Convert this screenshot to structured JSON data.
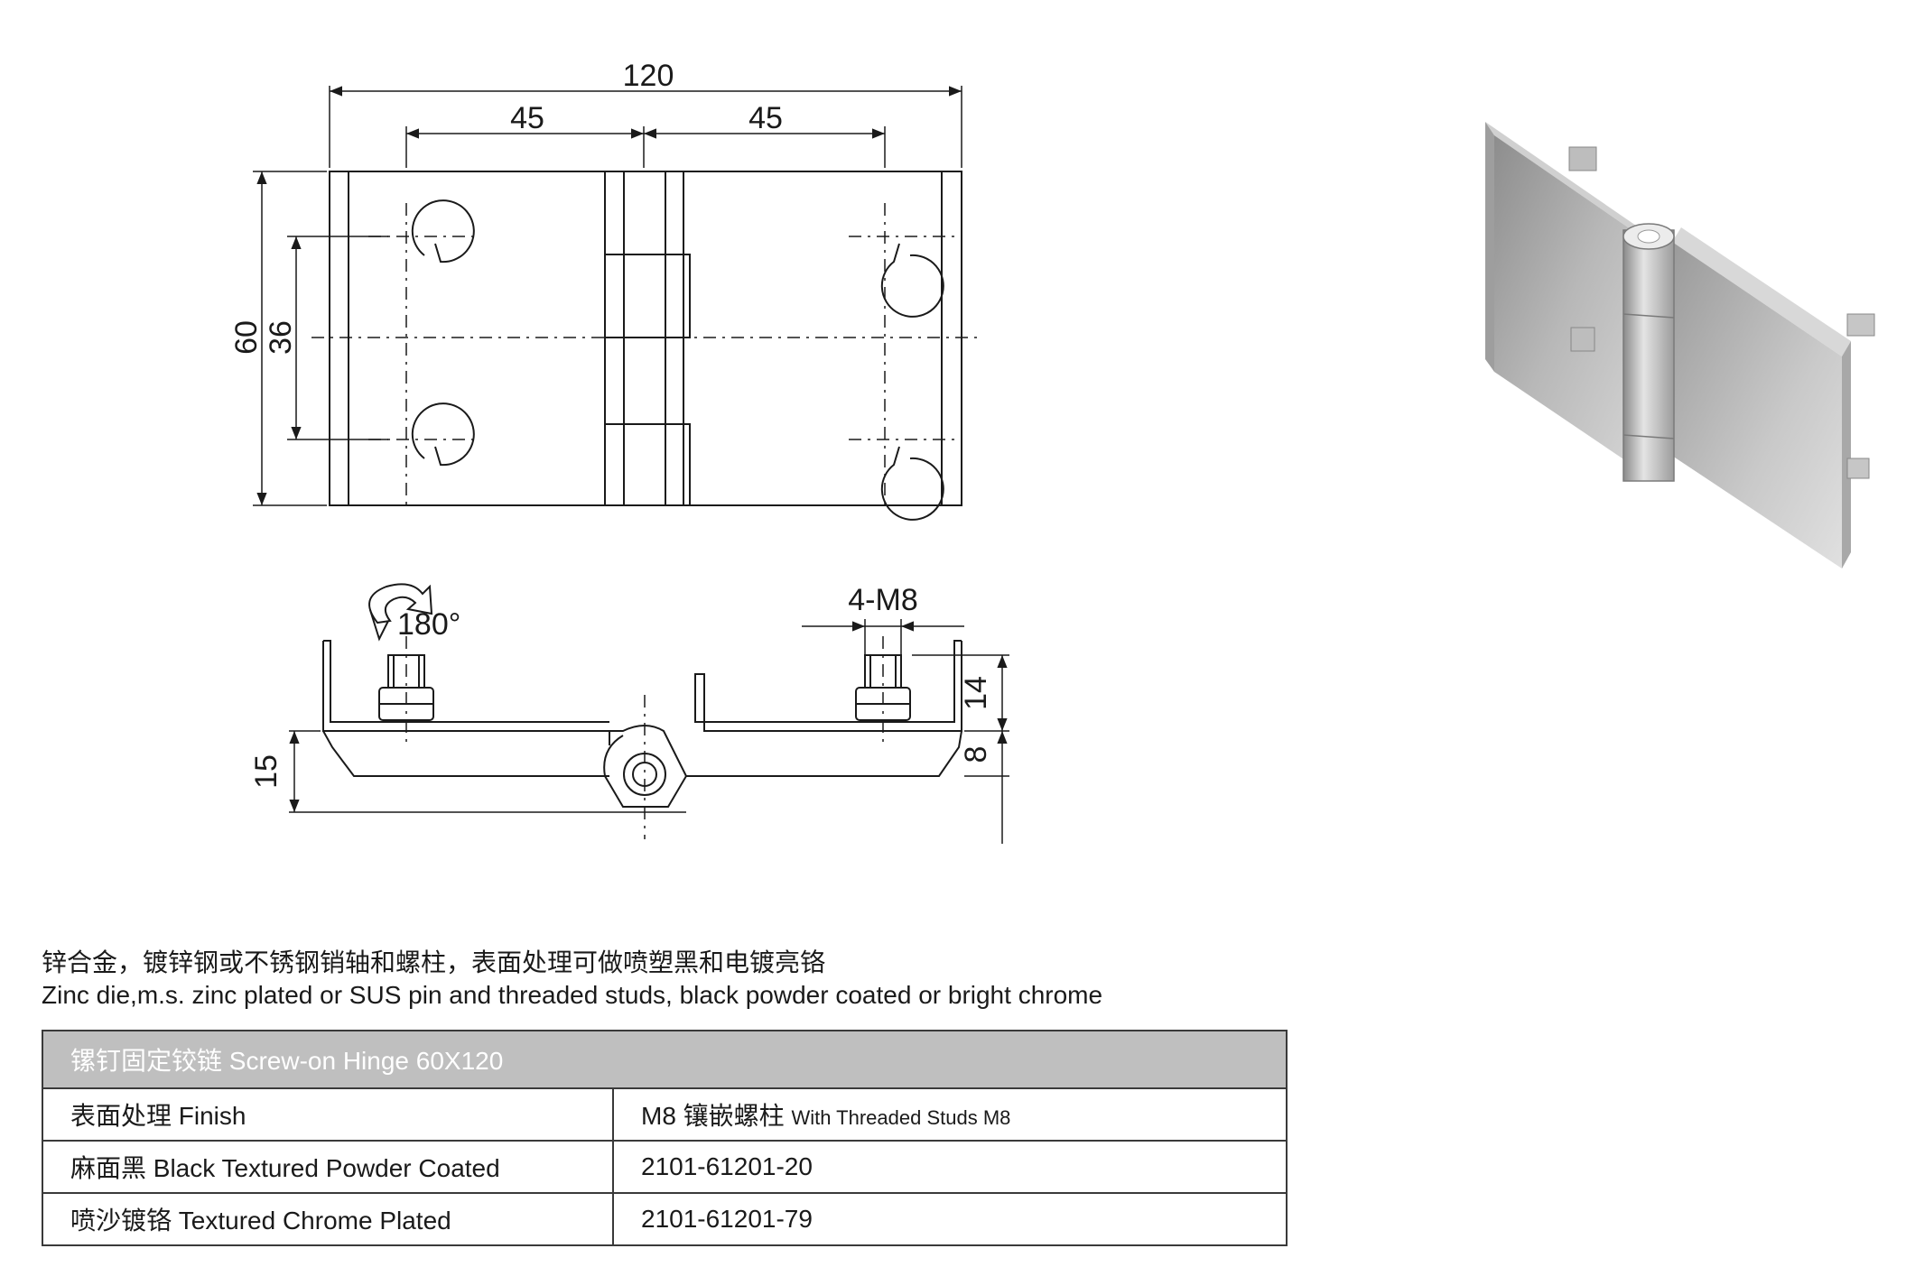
{
  "top_view": {
    "overall_width": "120",
    "hole_spacing_left": "45",
    "hole_spacing_right": "45",
    "overall_height": "60",
    "hole_vertical_spacing": "36"
  },
  "side_view": {
    "rotation": "180°",
    "stud_thread": "4-M8",
    "stud_height": "14",
    "hinge_thickness": "15",
    "plate_thickness": "8"
  },
  "description": {
    "zh": "锌合金，镀锌钢或不锈钢销轴和螺柱，表面处理可做喷塑黑和电镀亮铬",
    "en": "Zinc die,m.s. zinc plated or SUS pin and threaded studs, black powder coated or bright  chrome"
  },
  "table": {
    "title": "镙钉固定铰链  Screw-on Hinge 60X120",
    "header": {
      "finish": "表面处理 Finish",
      "variant_main": "M8 镶嵌螺柱",
      "variant_sub": "With  Threaded  Studs  M8"
    },
    "rows": [
      {
        "finish": "麻面黑 Black Textured Powder Coated",
        "code": "2101-61201-20"
      },
      {
        "finish": "喷沙镀铬 Textured Chrome Plated",
        "code": "2101-61201-79"
      }
    ]
  }
}
